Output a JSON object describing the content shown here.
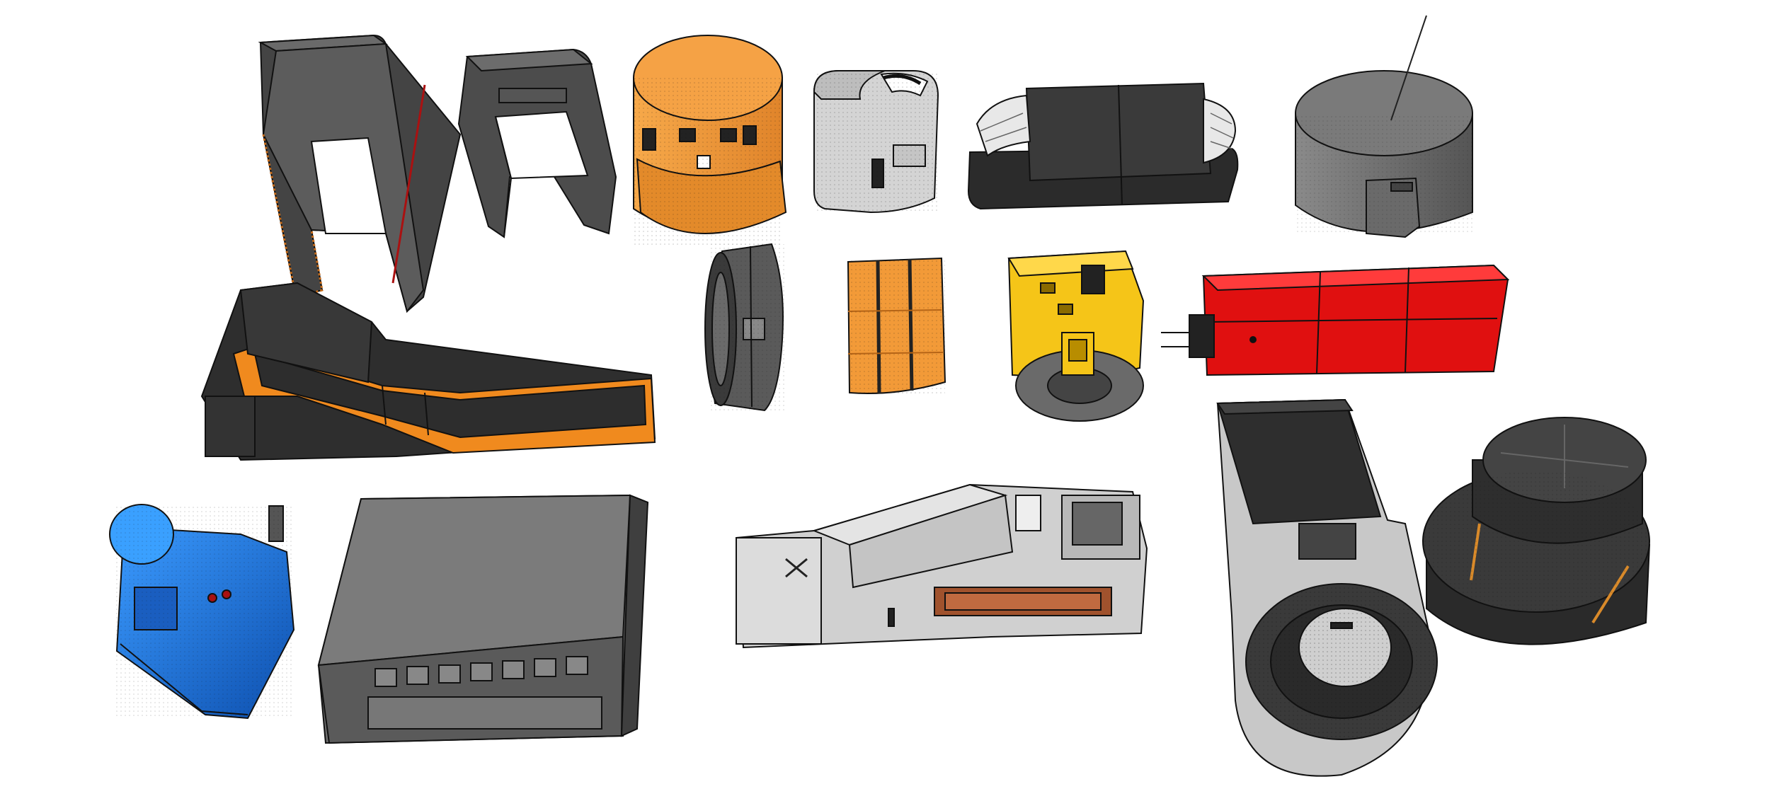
{
  "scene": {
    "background": "#ffffff",
    "style": "sketchup-style 3D model collection, black outlines with dotted edge detail",
    "objects": [
      {
        "name": "gray-arch-shell-large",
        "color": "#4a4a4a"
      },
      {
        "name": "gray-box-frame-open",
        "color": "#5a5a5a"
      },
      {
        "name": "orange-cylinder-tank",
        "color": "#f29a38"
      },
      {
        "name": "white-capsule-module",
        "color": "#cfcfcf"
      },
      {
        "name": "black-pad-with-hoses",
        "color": "#333333"
      },
      {
        "name": "gray-cylinder-with-antenna",
        "color": "#6b6b6b"
      },
      {
        "name": "orange-black-ramp-conveyor",
        "color": "#f08a1e"
      },
      {
        "name": "gray-ring-drum",
        "color": "#505050"
      },
      {
        "name": "orange-barrel-segment",
        "color": "#f29a38"
      },
      {
        "name": "yellow-engine-block",
        "color": "#f5c518"
      },
      {
        "name": "red-cargo-container",
        "color": "#e01010"
      },
      {
        "name": "blue-machine-unit",
        "color": "#1e6fd9"
      },
      {
        "name": "gray-flat-roof-hangar",
        "color": "#6e6e6e"
      },
      {
        "name": "white-wedge-vehicle-module",
        "color": "#d5d5d5"
      },
      {
        "name": "turbine-fan-tower",
        "color": "#c8c8c8"
      },
      {
        "name": "black-stacked-cylinder-turret",
        "color": "#2e2e2e"
      }
    ]
  }
}
